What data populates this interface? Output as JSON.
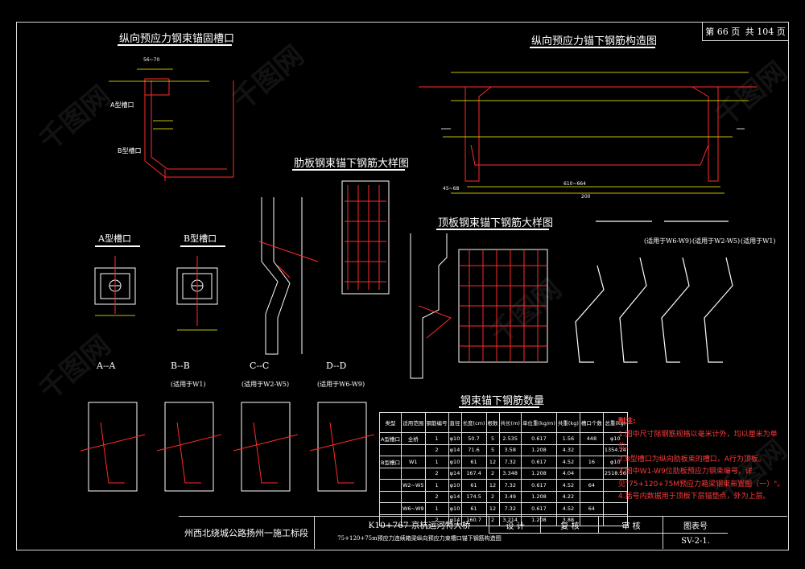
{
  "page": {
    "current_label": "第 66 页",
    "total_label": "共 104 页"
  },
  "titles": {
    "t1": "纵向预应力钢束锚固槽口",
    "t2": "纵向预应力锚下钢筋构造图",
    "t3": "肋板钢束锚下钢筋大样图",
    "t4": "顶板钢束锚下钢筋大样图",
    "t5": "A型槽口",
    "t6": "B型槽口",
    "t7": "钢束锚下钢筋数量"
  },
  "sections": [
    {
      "name": "A--A",
      "note": ""
    },
    {
      "name": "B--B",
      "note": "(适用于W1)"
    },
    {
      "name": "C--C",
      "note": "(适用于W2-W5)"
    },
    {
      "name": "D--D",
      "note": "(适用于W6-W9)"
    }
  ],
  "detail_notes": {
    "n1": "(适用于W6-W9)",
    "n2": "(适用于W2-W5)",
    "n3": "(适用于W1)"
  },
  "labels": {
    "a_slot": "A型槽口",
    "b_slot": "B型槽口",
    "dim1": "56~70",
    "dim2": "610~664",
    "dim3": "45~68",
    "dim4": "200"
  },
  "table": {
    "headers": [
      "类型",
      "适用范围",
      "钢筋编号",
      "直径",
      "长度(cm)",
      "根数",
      "共长(m)",
      "单位重(kg/m)",
      "共重(kg)",
      "槽口个数",
      "总重(kg)"
    ],
    "rows": [
      [
        "A型槽口",
        "全桥",
        "1",
        "φ10",
        "50.7",
        "5",
        "2.535",
        "0.617",
        "1.56",
        "448",
        "φ10"
      ],
      [
        "",
        "",
        "2",
        "φ14",
        "71.6",
        "5",
        "3.58",
        "1.208",
        "4.32",
        "",
        "1354.24"
      ],
      [
        "B型槽口",
        "W1",
        "1",
        "φ10",
        "61",
        "12",
        "7.32",
        "0.617",
        "4.52",
        "16",
        "φ10"
      ],
      [
        "",
        "",
        "2",
        "φ14",
        "167.4",
        "2",
        "3.348",
        "1.208",
        "4.04",
        "",
        "2518.56"
      ],
      [
        "",
        "W2~W5",
        "1",
        "φ10",
        "61",
        "12",
        "7.32",
        "0.617",
        "4.52",
        "64",
        ""
      ],
      [
        "",
        "",
        "2",
        "φ14",
        "174.5",
        "2",
        "3.49",
        "1.208",
        "4.22",
        "",
        ""
      ],
      [
        "",
        "W6~W9",
        "1",
        "φ10",
        "61",
        "12",
        "7.32",
        "0.617",
        "4.52",
        "64",
        ""
      ],
      [
        "",
        "",
        "2",
        "φ14",
        "160.7",
        "2",
        "3.214",
        "1.208",
        "3.88",
        "",
        ""
      ]
    ]
  },
  "notes": {
    "heading": "附注:",
    "items": [
      "1.图中尺寸除钢筋规格以毫米计外，均以厘米为单位。",
      "2.B型槽口为纵向肋板束的槽口，A行为顶板。",
      "3.图中W1-W9位肋板预应力钢束编号，详见\"75+120+75M预应力箱梁钢束布置图（一）\"。",
      "4.括号内数据用于顶板下层锚垫点，外为上层。"
    ]
  },
  "title_block": {
    "project": "州西北绕城公路扬州一施工标段",
    "bridge": "K10+767 京杭运河特大桥",
    "drawing": "75+120+75m预应力连续箱梁纵向预应力束槽口锚下钢筋构造图",
    "design": "设 计",
    "review": "复 核",
    "check": "审 核",
    "sheet_label": "图表号",
    "sheet_no": "SV-2-1."
  },
  "watermark": "千图网"
}
